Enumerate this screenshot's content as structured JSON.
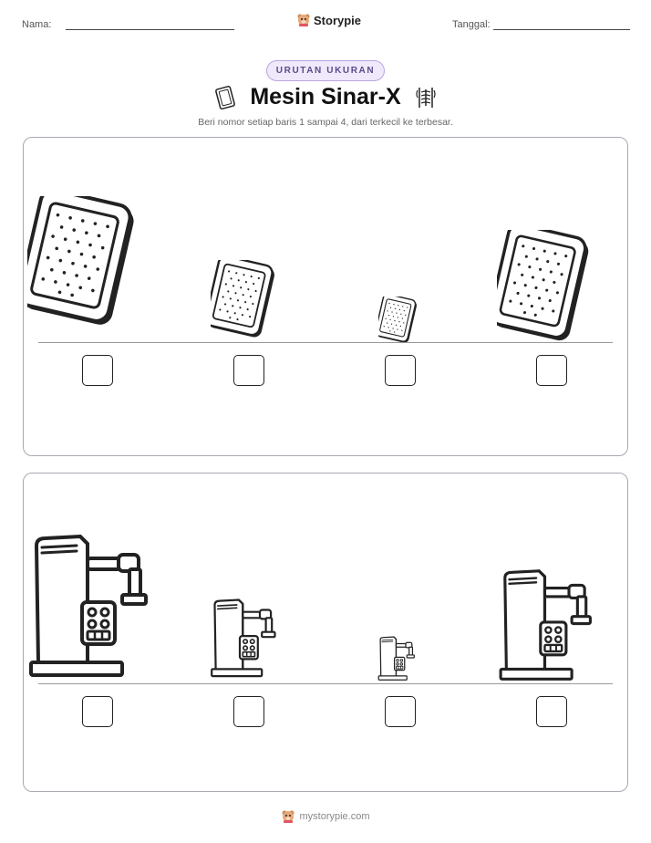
{
  "header": {
    "name_label": "Nama:",
    "date_label": "Tanggal:",
    "brand": "Storypie",
    "brand_icon": "bear-mascot-icon"
  },
  "badge": "URUTAN UKURAN",
  "title": "Mesin Sinar-X",
  "title_icons": [
    "xray-film-icon",
    "ribcage-xray-icon"
  ],
  "instruction": "Beri nomor setiap baris 1 sampai 4, dari terkecil ke terbesar.",
  "rows": [
    {
      "item": "xray-film",
      "icon": "xray-film-icon",
      "relative_sizes": [
        1.0,
        0.53,
        0.31,
        0.78
      ]
    },
    {
      "item": "xray-machine",
      "icon": "xray-machine-icon",
      "relative_sizes": [
        1.0,
        0.55,
        0.29,
        0.78
      ]
    }
  ],
  "footer": {
    "text": "mystorypie.com",
    "icon": "bear-mascot-icon"
  },
  "colors": {
    "accent_border": "#b9a6e0",
    "accent_fill": "#efe9fb",
    "accent_text": "#5b4b8a",
    "panel_border": "#a9a9b3"
  }
}
